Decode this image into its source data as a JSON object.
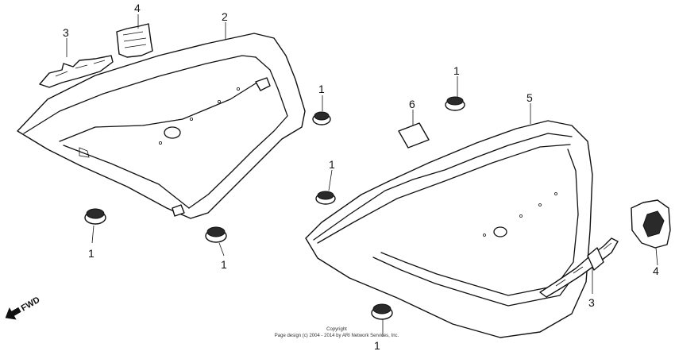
{
  "callouts": {
    "c1a": "1",
    "c1b": "1",
    "c1c": "1",
    "c1d": "1",
    "c1e": "1",
    "c1f": "1",
    "c2": "2",
    "c3a": "3",
    "c3b": "3",
    "c4a": "4",
    "c4b": "4",
    "c5": "5",
    "c6": "6"
  },
  "direction_label": "FWD",
  "copyright": {
    "line1": "Copyright",
    "line2": "Page design (c) 2004 - 2014 by ARI Network Services, Inc."
  },
  "icons": {
    "fwd_arrow": "arrow-left-icon"
  }
}
